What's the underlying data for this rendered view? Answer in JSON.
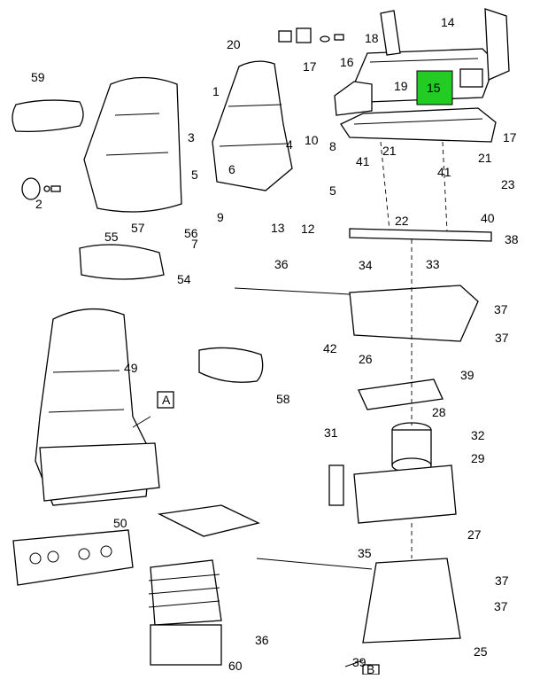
{
  "diagram": {
    "callouts": [
      "1",
      "2",
      "3",
      "4",
      "5",
      "5",
      "6",
      "7",
      "8",
      "9",
      "10",
      "12",
      "13",
      "14",
      "15",
      "16",
      "17",
      "17",
      "18",
      "19",
      "20",
      "21",
      "21",
      "22",
      "23",
      "25",
      "26",
      "27",
      "28",
      "29",
      "31",
      "32",
      "33",
      "34",
      "35",
      "36",
      "36",
      "37",
      "37",
      "37",
      "37",
      "38",
      "39",
      "39",
      "40",
      "41",
      "41",
      "42",
      "49",
      "50",
      "54",
      "55",
      "56",
      "57",
      "58",
      "59",
      "60"
    ],
    "highlight": {
      "label": "15",
      "color": "#22cc22"
    },
    "view_markers": [
      "A",
      "B"
    ]
  }
}
